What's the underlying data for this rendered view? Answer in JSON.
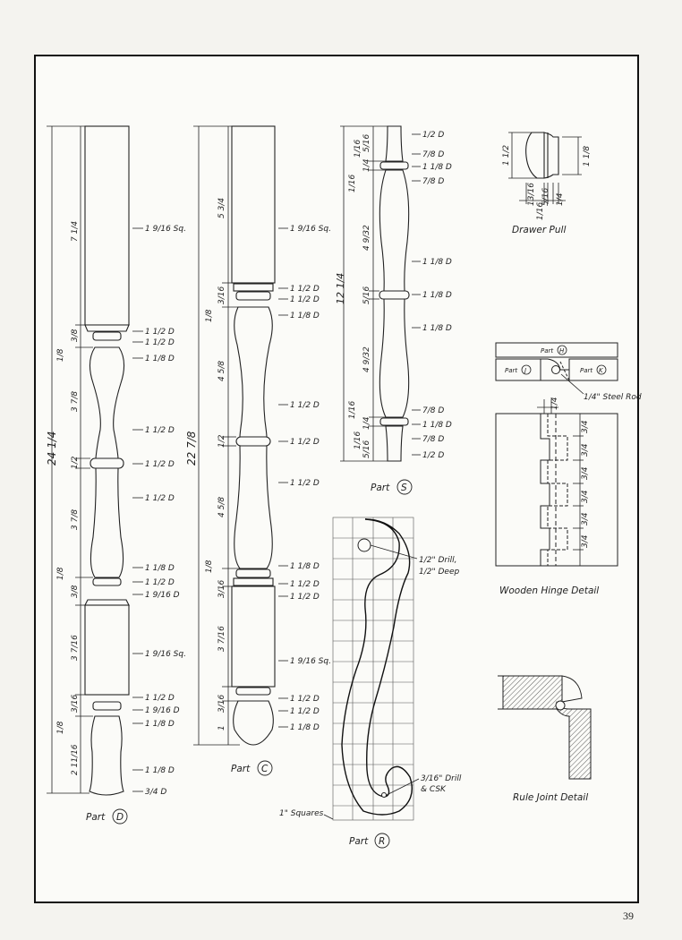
{
  "page_number": "39",
  "part_d": {
    "caption": "Part",
    "letter": "D",
    "overall": "24 1/4",
    "dims_left": [
      "7 1/4",
      "3/8",
      "1/8",
      "3 7/8",
      "1/2",
      "3 7/8",
      "1/8",
      "3/8",
      "3 7/16",
      "3/16",
      "1/8",
      "2 11/16"
    ],
    "dims_right": [
      "1 9/16 Sq.",
      "1 1/2 D",
      "1 1/2 D",
      "1 1/8 D",
      "1 1/2 D",
      "1 1/2 D",
      "1 1/2 D",
      "1 1/8 D",
      "1 1/2 D",
      "1 9/16 D",
      "1 9/16 Sq.",
      "1 1/2 D",
      "1 9/16 D",
      "1 1/8 D",
      "1 1/8 D",
      "3/4 D"
    ]
  },
  "part_c": {
    "caption": "Part",
    "letter": "C",
    "overall": "22 7/8",
    "dims_left": [
      "5 3/4",
      "3/16",
      "1/8",
      "4 5/8",
      "1/2",
      "4 5/8",
      "1/8",
      "3/16",
      "3 7/16",
      "3/16",
      "1"
    ],
    "dims_right": [
      "1 9/16 Sq.",
      "1 1/2 D",
      "1 1/2 D",
      "1 1/8 D",
      "1 1/2 D",
      "1 1/2 D",
      "1 1/2 D",
      "1 1/8 D",
      "1 1/2 D",
      "1 1/2 D",
      "1 9/16 Sq.",
      "1 1/2 D",
      "1 1/2 D",
      "1 1/8 D"
    ]
  },
  "part_s": {
    "caption": "Part",
    "letter": "S",
    "overall": "12 1/4",
    "dims_left": [
      "5/16",
      "1/16",
      "1/4",
      "1/16",
      "4 9/32",
      "5/16",
      "4 9/32",
      "1/16",
      "1/4",
      "1/16",
      "5/16"
    ],
    "dims_right": [
      "1/2 D",
      "7/8 D",
      "1 1/8 D",
      "7/8 D",
      "1 1/8 D",
      "1 1/8 D",
      "1 1/8 D",
      "7/8 D",
      "1 1/8 D",
      "7/8 D",
      "1/2 D"
    ]
  },
  "part_r": {
    "caption": "Part",
    "letter": "R",
    "drill_top_1": "1/2\" Drill,",
    "drill_top_2": "1/2\" Deep",
    "drill_bottom_1": "3/16\" Drill",
    "drill_bottom_2": "& CSK",
    "squares_note": "1\" Squares"
  },
  "drawer_pull": {
    "caption": "Drawer Pull",
    "dim_height": "1 1/2",
    "dim_dia": "1 1/8",
    "dims_bottom": [
      "13/16",
      "5/16",
      "1/4",
      "1/16"
    ]
  },
  "wooden_hinge": {
    "caption": "Wooden Hinge Detail",
    "part_h": "Part",
    "letter_h": "H",
    "part_j": "Part",
    "letter_j": "J",
    "part_k": "Part",
    "letter_k": "K",
    "rod": "1/4\" Steel Rod",
    "top_dim": "1/4",
    "dims": [
      "3/4",
      "3/4",
      "3/4",
      "3/4",
      "3/4",
      "3/4"
    ]
  },
  "rule_joint": {
    "caption": "Rule Joint Detail"
  }
}
